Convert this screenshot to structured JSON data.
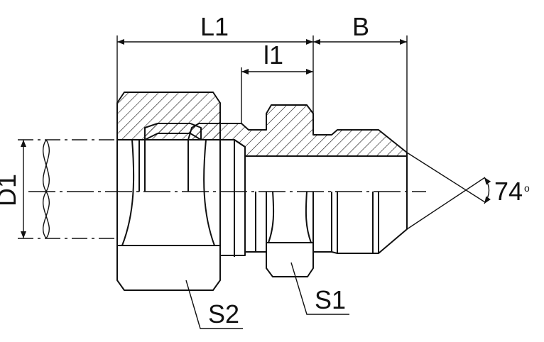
{
  "labels": {
    "L1": "L1",
    "B": "B",
    "l1": "l1",
    "D1": "D1",
    "angle_value": "74",
    "angle_unit": "o",
    "S1": "S1",
    "S2": "S2"
  },
  "colors": {
    "line": "#111111",
    "background": "#ffffff"
  }
}
